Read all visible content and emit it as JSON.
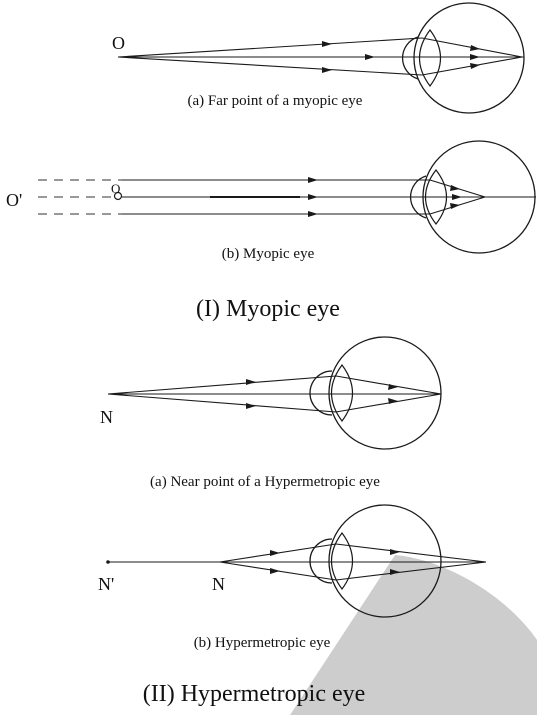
{
  "myopic": {
    "fig_a": {
      "caption": "(a) Far point of a myopic eye",
      "point_label": "O"
    },
    "fig_b": {
      "caption": "(b) Myopic eye",
      "point_label_far": "O'",
      "point_label_near": "O"
    },
    "heading": "(I) Myopic eye"
  },
  "hypermetropic": {
    "fig_a": {
      "caption": "(a) Near point of a Hypermetropic eye",
      "point_label": "N"
    },
    "fig_b": {
      "caption": "(b) Hypermetropic eye",
      "point_label_near": "N'",
      "point_label_far": "N"
    },
    "heading": "(II) Hypermetropic eye"
  },
  "colors": {
    "ink": "#1a1a1a",
    "background": "#ffffff",
    "watermark": "#bdbdbd"
  }
}
